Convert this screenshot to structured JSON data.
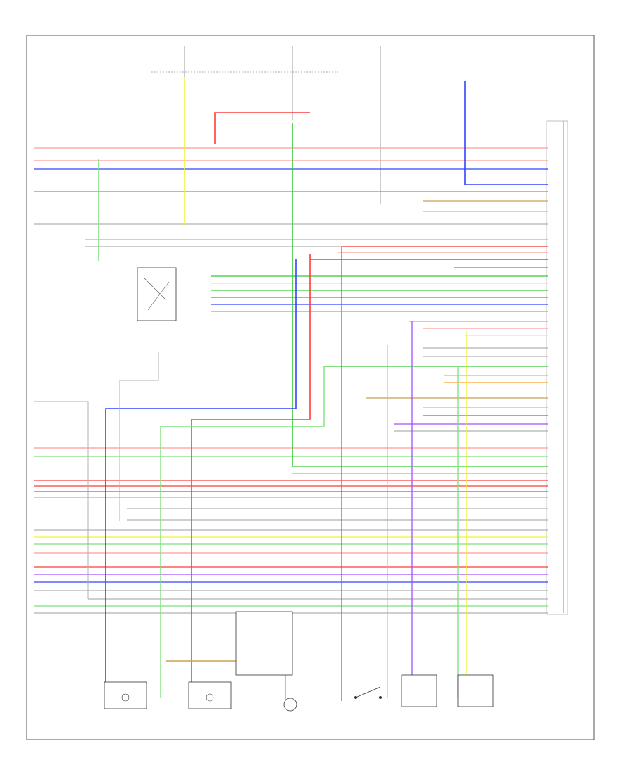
{
  "diagram": {
    "footer_label": "",
    "wire_colors": {
      "red": "#ff3b3b",
      "pink": "#ff9a9a",
      "light_green": "#7de07d",
      "green": "#34c934",
      "blue": "#3344ff",
      "violet": "#a050ff",
      "yellow": "#f2f23a",
      "orange": "#ffa030",
      "tan": "#c8a050",
      "olive": "#9a9a30",
      "gray": "#b0b0b0",
      "black": "#333333"
    },
    "components": [
      {
        "id": "ecm",
        "text": ""
      },
      {
        "id": "lever-switch",
        "text": ""
      },
      {
        "id": "solenoid-a",
        "text": ""
      },
      {
        "id": "solenoid-b",
        "text": ""
      },
      {
        "id": "sensor-left",
        "text": ""
      },
      {
        "id": "sensor-center-left",
        "text": ""
      },
      {
        "id": "sensor-center",
        "text": ""
      },
      {
        "id": "switch-center",
        "text": ""
      },
      {
        "id": "sensor-right",
        "text": ""
      },
      {
        "id": "sensor-far-right",
        "text": ""
      }
    ]
  }
}
